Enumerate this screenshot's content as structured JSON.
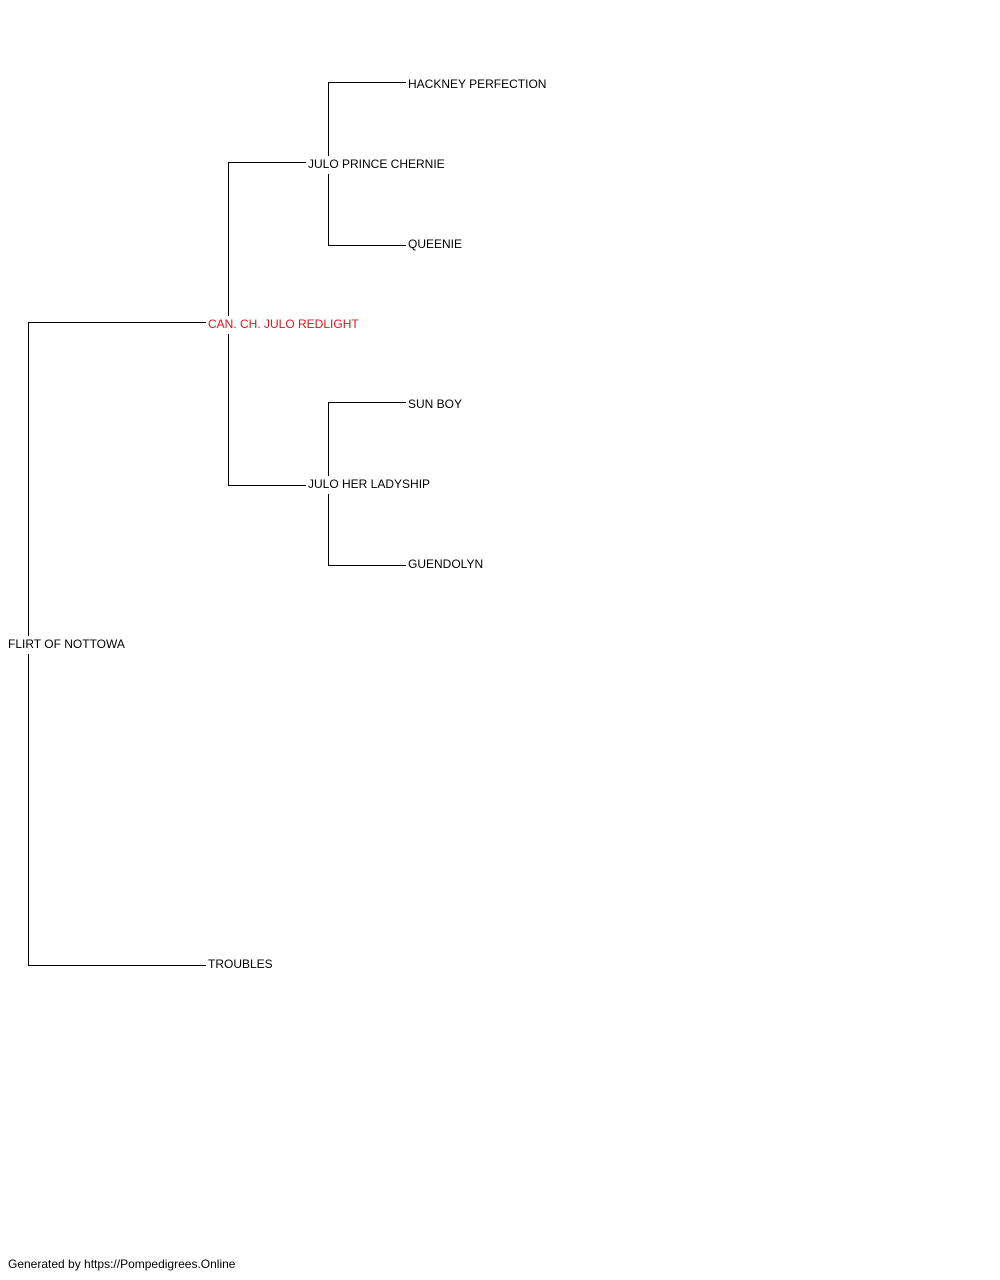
{
  "pedigree": {
    "subject": {
      "name": "FLIRT OF NOTTOWA"
    },
    "sire": {
      "name": "CAN. CH. JULO REDLIGHT",
      "highlight_color": "#e0141e"
    },
    "dam": {
      "name": "TROUBLES"
    },
    "sire_sire": {
      "name": "JULO PRINCE CHERNIE"
    },
    "sire_dam": {
      "name": "JULO HER LADYSHIP"
    },
    "sire_sire_sire": {
      "name": "HACKNEY PERFECTION"
    },
    "sire_sire_dam": {
      "name": "QUEENIE"
    },
    "sire_dam_sire": {
      "name": "SUN BOY"
    },
    "sire_dam_dam": {
      "name": "GUENDOLYN"
    }
  },
  "footer": {
    "text": "Generated by https://Pompedigrees.Online"
  },
  "colors": {
    "line": "#000000",
    "text": "#000000",
    "highlight": "#e0141e"
  }
}
